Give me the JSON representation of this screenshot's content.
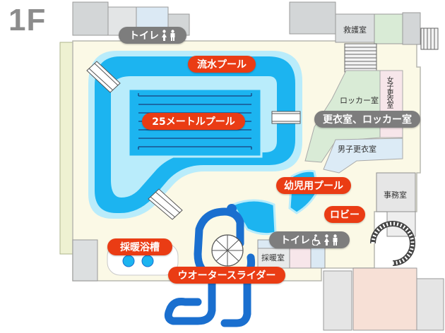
{
  "floor": "1F",
  "colors": {
    "pool_blue": "#1cb4f0",
    "pool_lane": "#1a3f7a",
    "pool_ring": "#b9ecfb",
    "slide_blue": "#1a6fcf",
    "building_fill": "#fbf9e6",
    "wall_gray": "#cfd3d4",
    "locker_green": "#d9ebd6",
    "changing_blue": "#dcebf6",
    "lobby_pink": "#f7e0d6",
    "label_red": "#ea3c14",
    "label_gray": "#7d7d7d"
  },
  "labels": {
    "toilet_top": "トイレ",
    "lazy_river": "流水プール",
    "pool_25m": "25メートルプール",
    "changing_lockers": "更衣室、ロッカー室",
    "kids_pool": "幼児用プール",
    "lobby": "ロビー",
    "toilet_bottom": "トイレ",
    "warm_bath": "採暖浴槽",
    "water_slider": "ウオータースライダー"
  },
  "rooms": {
    "first_aid": "救護室",
    "locker_room": "ロッカー室",
    "womens_changing": "女子更衣室",
    "mens_changing": "男子更衣室",
    "office": "事務室",
    "warming_room": "採暖室"
  },
  "icons": {
    "toilet_top": [
      "woman-icon",
      "man-icon"
    ],
    "toilet_bottom": [
      "wheelchair-icon",
      "woman-icon",
      "man-icon"
    ]
  }
}
